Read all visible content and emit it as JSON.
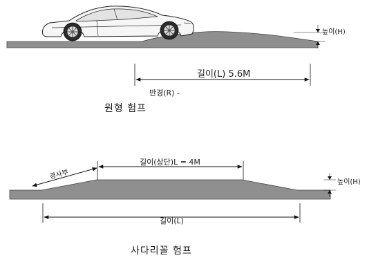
{
  "round_hump": {
    "height_label": "높이(H)",
    "length_label": "길이(L) 5.6M",
    "radius_label": "반경(R) -",
    "caption": "원형 험프"
  },
  "trapezoid_hump": {
    "slope_label": "경사부",
    "top_length_label": "길이(상단)L = 4M",
    "height_label": "높이(H)",
    "length_label": "길이(L)",
    "caption": "사다리꼴 험프"
  },
  "colors": {
    "ground": "#8f8f8f",
    "line": "#111111"
  },
  "icons": [
    "car-icon",
    "arrow-icon"
  ]
}
